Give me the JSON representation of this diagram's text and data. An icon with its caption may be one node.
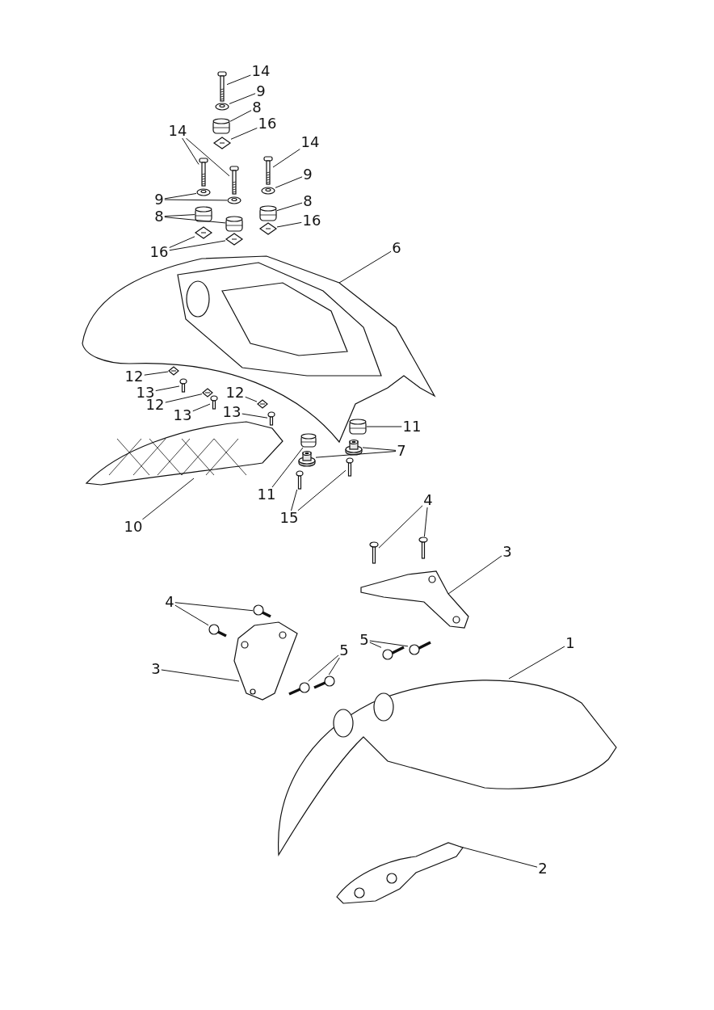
{
  "diagram": {
    "nodes": [
      {
        "text": [
          "14"
        ]
      },
      {
        "text": [
          "9"
        ]
      },
      {
        "text": [
          "8"
        ]
      },
      {
        "text": [
          "16"
        ]
      },
      {
        "text": [
          "14"
        ]
      },
      {
        "text": [
          "14"
        ]
      },
      {
        "text": [
          "9"
        ]
      },
      {
        "text": [
          "9"
        ]
      },
      {
        "text": [
          "8"
        ]
      },
      {
        "text": [
          "8"
        ]
      },
      {
        "text": [
          "16"
        ]
      },
      {
        "text": [
          "16"
        ]
      },
      {
        "text": [
          "6"
        ]
      },
      {
        "text": [
          "12"
        ]
      },
      {
        "text": [
          "13"
        ]
      },
      {
        "text": [
          "12"
        ]
      },
      {
        "text": [
          "13"
        ]
      },
      {
        "text": [
          "12"
        ]
      },
      {
        "text": [
          "13"
        ]
      },
      {
        "text": [
          "11"
        ]
      },
      {
        "text": [
          "7"
        ]
      },
      {
        "text": [
          "11"
        ]
      },
      {
        "text": [
          "15"
        ]
      },
      {
        "text": [
          "10"
        ]
      },
      {
        "text": [
          "4"
        ]
      },
      {
        "text": [
          "3"
        ]
      },
      {
        "text": [
          "4"
        ]
      },
      {
        "text": [
          "5"
        ]
      },
      {
        "text": [
          "5"
        ]
      },
      {
        "text": [
          "3"
        ]
      },
      {
        "text": [
          "1"
        ]
      },
      {
        "text": [
          "2"
        ]
      },
      {
        "text": [],
        "shape": "picture"
      },
      {
        "text": [],
        "shape": "picture"
      },
      {
        "text": [],
        "shape": "picture"
      },
      {
        "text": [],
        "shape": "picture"
      },
      {
        "text": [],
        "shape": "picture"
      },
      {
        "text": [],
        "shape": "picture"
      },
      {
        "text": [],
        "shape": "picture"
      },
      {
        "text": [],
        "shape": "picture"
      },
      {
        "text": [],
        "shape": "picture"
      },
      {
        "text": [],
        "shape": "picture"
      },
      {
        "text": [],
        "shape": "picture"
      },
      {
        "text": [],
        "shape": "picture"
      },
      {
        "text": [],
        "shape": "picture"
      },
      {
        "text": [],
        "shape": "picture"
      },
      {
        "text": [],
        "shape": "picture"
      },
      {
        "text": [],
        "shape": "picture"
      },
      {
        "text": [],
        "shape": "picture"
      },
      {
        "text": [],
        "shape": "picture"
      },
      {
        "text": [],
        "shape": "picture"
      },
      {
        "text": [],
        "shape": "picture"
      },
      {
        "text": [],
        "shape": "picture"
      },
      {
        "text": [],
        "shape": "picture"
      },
      {
        "text": [],
        "shape": "picture"
      },
      {
        "text": [],
        "shape": "picture"
      },
      {
        "text": [],
        "shape": "picture"
      },
      {
        "text": [],
        "shape": "picture"
      },
      {
        "text": [],
        "shape": "picture"
      },
      {
        "text": [],
        "shape": "picture"
      },
      {
        "text": [],
        "shape": "picture"
      },
      {
        "text": [],
        "shape": "picture"
      },
      {
        "text": [],
        "shape": "picture"
      },
      {
        "text": [],
        "shape": "picture"
      },
      {
        "text": [],
        "shape": "picture"
      },
      {
        "text": [],
        "shape": "picture"
      },
      {
        "text": [],
        "shape": "picture"
      },
      {
        "text": [],
        "shape": "picture"
      },
      {
        "text": [],
        "shape": "picture"
      },
      {
        "text": [],
        "shape": "picture"
      },
      {
        "text": [],
        "shape": "picture"
      },
      {
        "text": [],
        "shape": "picture"
      },
      {
        "text": [],
        "shape": "picture"
      },
      {
        "text": [],
        "shape": "picture"
      }
    ],
    "edges": [
      {
        "from": 0,
        "to": 32,
        "arrow": "none"
      },
      {
        "from": 1,
        "to": 33,
        "arrow": "none"
      },
      {
        "from": 2,
        "to": 34,
        "arrow": "none"
      },
      {
        "from": 3,
        "to": 35,
        "arrow": "none"
      },
      {
        "from": 4,
        "to": 36,
        "arrow": "none"
      },
      {
        "from": 4,
        "to": 37,
        "arrow": "none"
      },
      {
        "from": 5,
        "to": 38,
        "arrow": "none"
      },
      {
        "from": 6,
        "to": 41,
        "arrow": "none"
      },
      {
        "from": 7,
        "to": 39,
        "arrow": "none"
      },
      {
        "from": 7,
        "to": 40,
        "arrow": "none"
      },
      {
        "from": 8,
        "to": 42,
        "arrow": "none"
      },
      {
        "from": 8,
        "to": 43,
        "arrow": "none"
      },
      {
        "from": 9,
        "to": 44,
        "arrow": "none"
      },
      {
        "from": 10,
        "to": 47,
        "arrow": "none"
      },
      {
        "from": 11,
        "to": 45,
        "arrow": "none"
      },
      {
        "from": 11,
        "to": 46,
        "arrow": "none"
      },
      {
        "from": 12,
        "to": 48,
        "arrow": "none"
      },
      {
        "from": 13,
        "to": 49,
        "arrow": "none"
      },
      {
        "from": 14,
        "to": 50,
        "arrow": "none"
      },
      {
        "from": 15,
        "to": 51,
        "arrow": "none"
      },
      {
        "from": 16,
        "to": 52,
        "arrow": "none"
      },
      {
        "from": 17,
        "to": 53,
        "arrow": "none"
      },
      {
        "from": 18,
        "to": 54,
        "arrow": "none"
      },
      {
        "from": 19,
        "to": 55,
        "arrow": "none"
      },
      {
        "from": 20,
        "to": 56,
        "arrow": "none"
      },
      {
        "from": 20,
        "to": 58,
        "arrow": "none"
      },
      {
        "from": 21,
        "to": 57,
        "arrow": "none"
      },
      {
        "from": 22,
        "to": 59,
        "arrow": "none"
      },
      {
        "from": 22,
        "to": 60,
        "arrow": "none"
      },
      {
        "from": 23,
        "to": 61,
        "arrow": "none"
      },
      {
        "from": 24,
        "to": 62,
        "arrow": "none"
      },
      {
        "from": 24,
        "to": 63,
        "arrow": "none"
      },
      {
        "from": 25,
        "to": 64,
        "arrow": "none"
      },
      {
        "from": 26,
        "to": 65,
        "arrow": "none"
      },
      {
        "from": 26,
        "to": 66,
        "arrow": "none"
      },
      {
        "from": 27,
        "to": 67,
        "arrow": "none"
      },
      {
        "from": 27,
        "to": 68,
        "arrow": "none"
      },
      {
        "from": 28,
        "to": 70,
        "arrow": "none"
      },
      {
        "from": 28,
        "to": 71,
        "arrow": "none"
      },
      {
        "from": 29,
        "to": 69,
        "arrow": "none"
      },
      {
        "from": 30,
        "to": 72,
        "arrow": "none"
      },
      {
        "from": 31,
        "to": 73,
        "arrow": "none"
      }
    ]
  }
}
